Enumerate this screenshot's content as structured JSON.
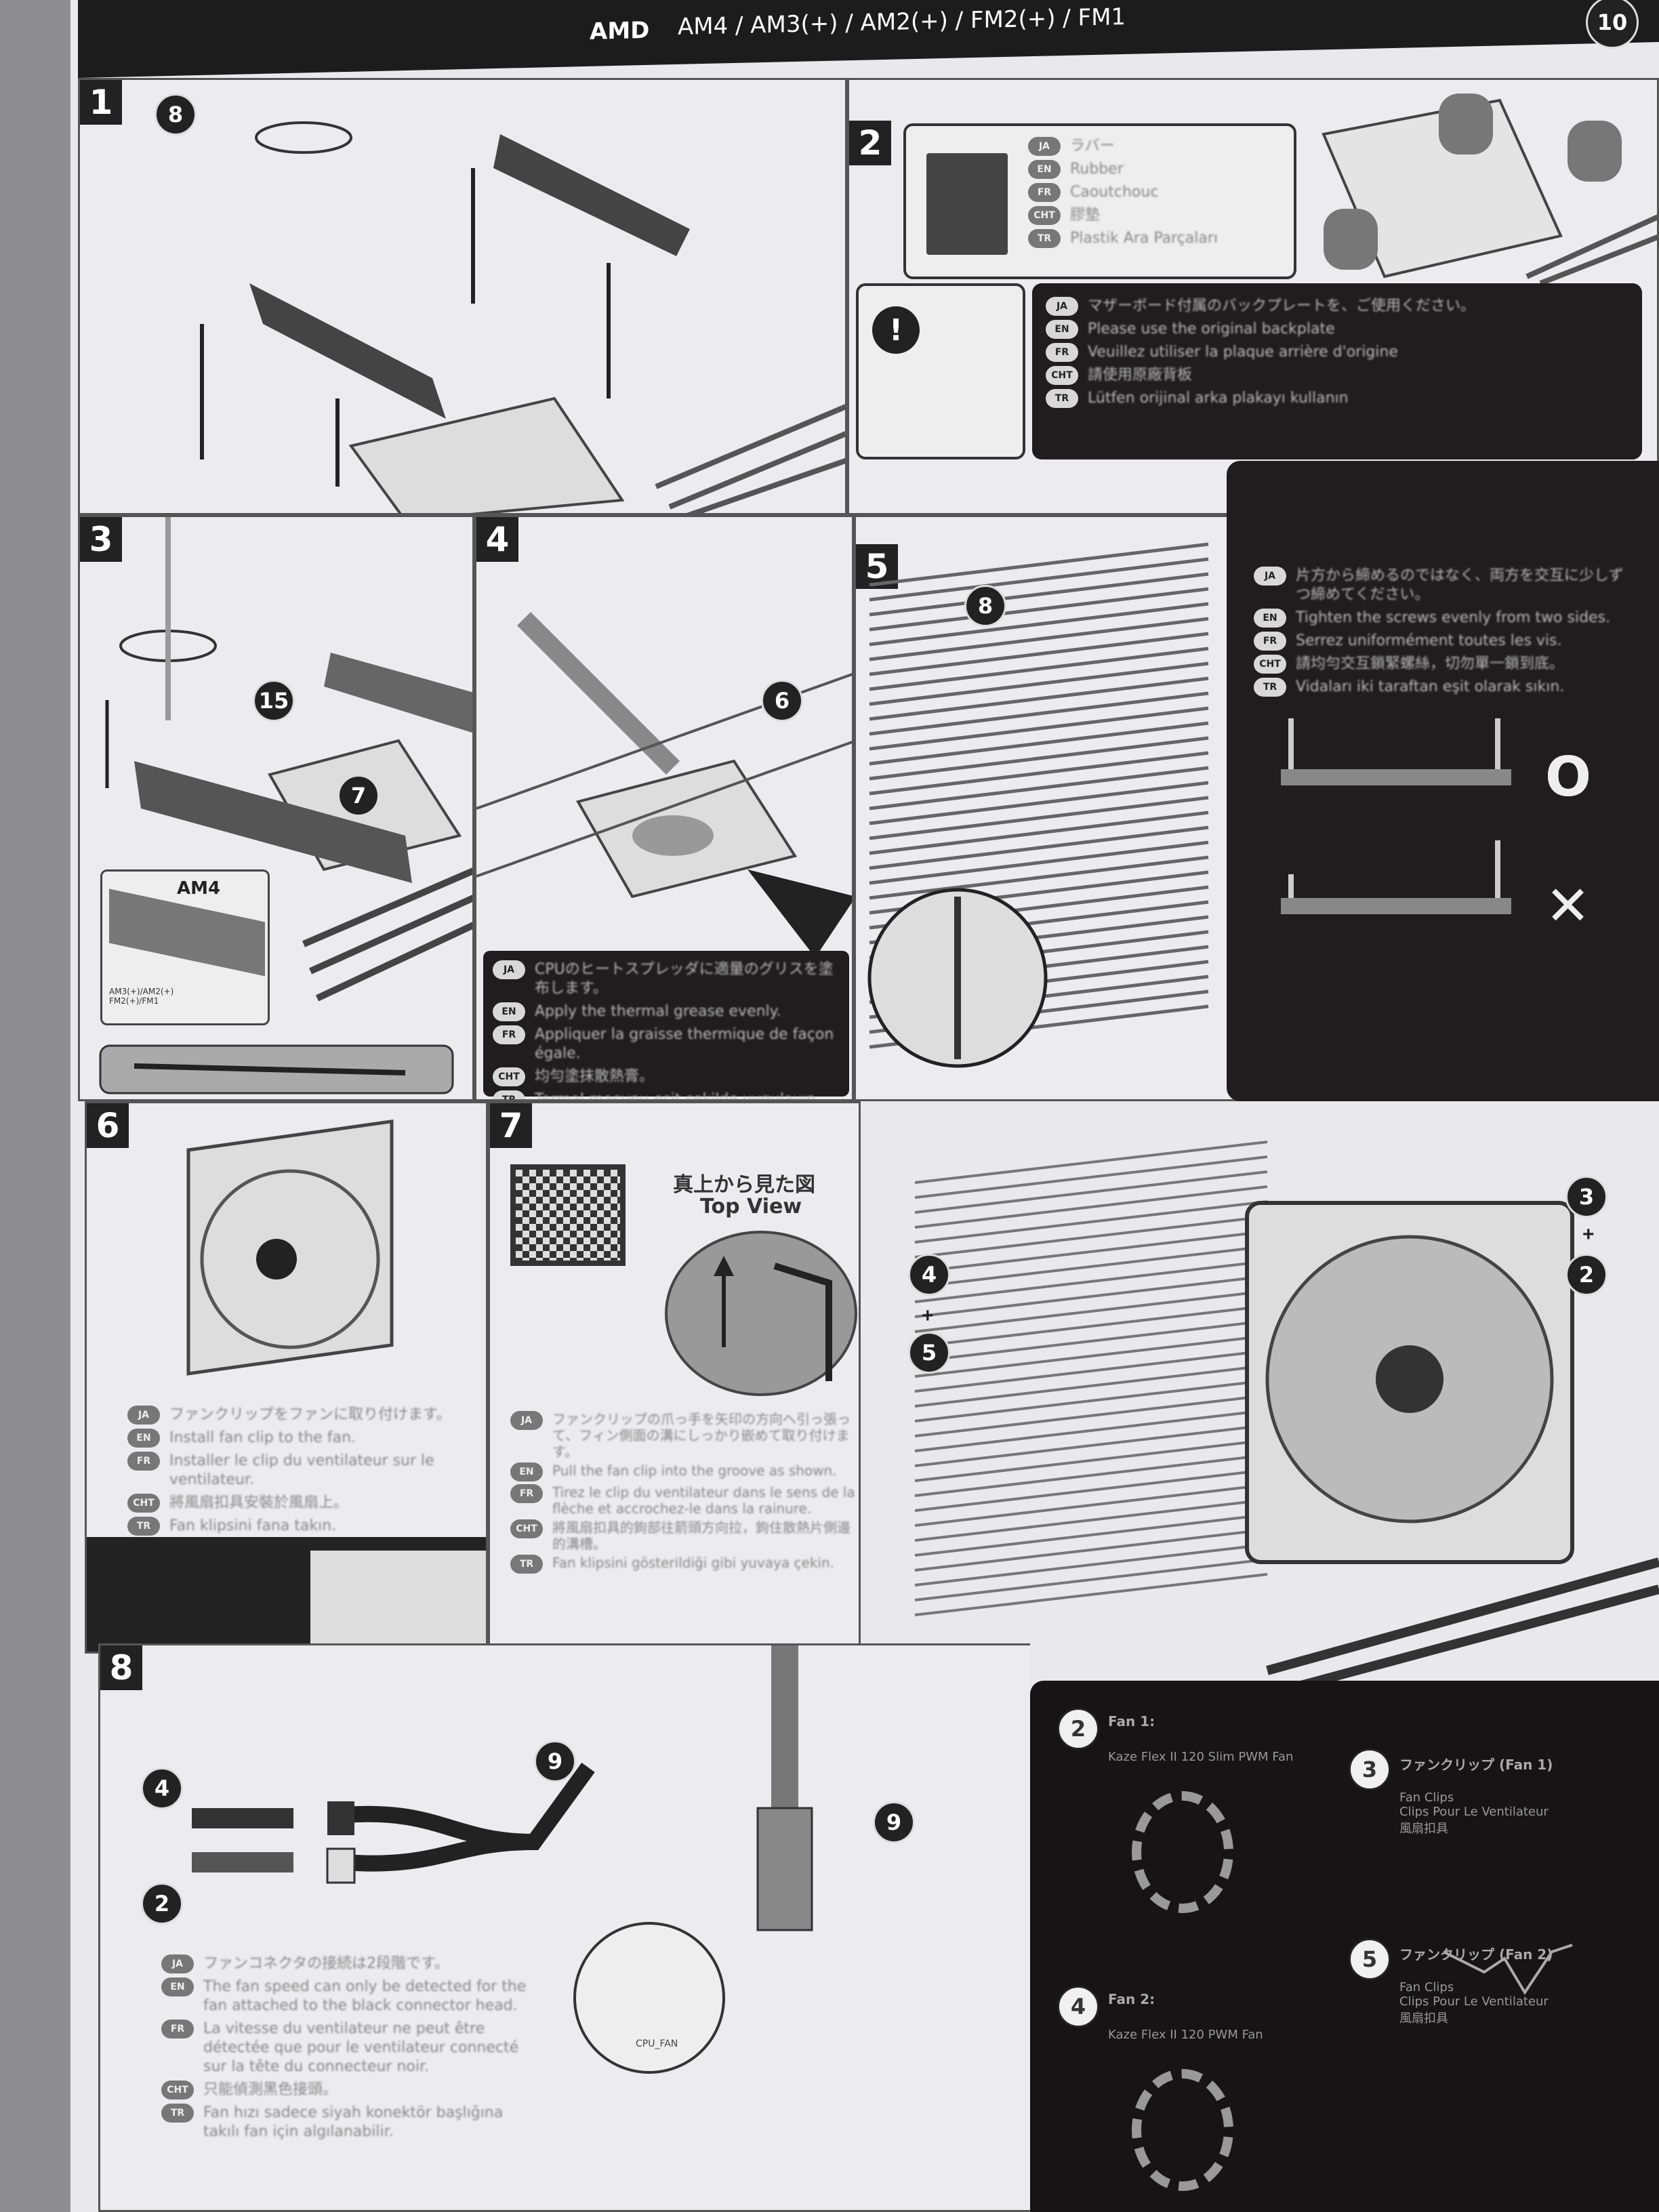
{
  "header": {
    "brand": "AMD",
    "sockets": "AM4 / AM3(+) / AM2(+) / FM2(+) / FM1",
    "part_badge": "10"
  },
  "steps": {
    "s1": {
      "num": "1",
      "callout": "8"
    },
    "s2": {
      "num": "2",
      "rubber_legend": [
        {
          "lang": "JA",
          "text": "ラバー"
        },
        {
          "lang": "EN",
          "text": "Rubber"
        },
        {
          "lang": "FR",
          "text": "Caoutchouc"
        },
        {
          "lang": "CHT",
          "text": "膠墊"
        },
        {
          "lang": "TR",
          "text": "Plastik Ara Parçaları"
        }
      ],
      "note_icon": "!",
      "note": [
        {
          "lang": "JA",
          "text": "マザーボード付属のバックプレートを、ご使用ください。"
        },
        {
          "lang": "EN",
          "text": "Please use the original backplate"
        },
        {
          "lang": "FR",
          "text": "Veuillez utiliser la plaque arrière d'origine"
        },
        {
          "lang": "CHT",
          "text": "請使用原廠背板"
        },
        {
          "lang": "TR",
          "text": "Lütfen orijinal arka plakayı kullanın"
        }
      ]
    },
    "s3": {
      "num": "3",
      "callouts": [
        "15",
        "7"
      ],
      "label": "AM4",
      "sub_label": "AM3(+)/AM2(+) FM2(+)/FM1"
    },
    "s4": {
      "num": "4",
      "callout": "6",
      "text": [
        {
          "lang": "JA",
          "text": "CPUのヒートスプレッダに適量のグリスを塗布します。"
        },
        {
          "lang": "EN",
          "text": "Apply the thermal grease evenly."
        },
        {
          "lang": "FR",
          "text": "Appliquer la graisse thermique de façon égale."
        },
        {
          "lang": "CHT",
          "text": "均勻塗抹散熱膏。"
        },
        {
          "lang": "TR",
          "text": "Termal macunu eşit şekilde uygulayın."
        }
      ]
    },
    "s5": {
      "num": "5",
      "callout": "8",
      "ok_mark": "O",
      "ng_mark": "✕",
      "text": [
        {
          "lang": "JA",
          "text": "片方から締めるのではなく、両方を交互に少しずつ締めてください。"
        },
        {
          "lang": "EN",
          "text": "Tighten the screws evenly from two sides."
        },
        {
          "lang": "FR",
          "text": "Serrez uniformément toutes les vis."
        },
        {
          "lang": "CHT",
          "text": "請均勻交互鎖緊螺絲，切勿單一鎖到底。"
        },
        {
          "lang": "TR",
          "text": "Vidaları iki taraftan eşit olarak sıkın."
        }
      ]
    },
    "s6": {
      "num": "6",
      "text": [
        {
          "lang": "JA",
          "text": "ファンクリップをファンに取り付けます。"
        },
        {
          "lang": "EN",
          "text": "Install fan clip to the fan."
        },
        {
          "lang": "FR",
          "text": "Installer le clip du ventilateur sur le ventilateur."
        },
        {
          "lang": "CHT",
          "text": "將風扇扣具安裝於風扇上。"
        },
        {
          "lang": "TR",
          "text": "Fan klipsini fana takın."
        }
      ]
    },
    "s7": {
      "num": "7",
      "top_view_ja": "真上から見た図",
      "top_view_en": "Top View",
      "text": [
        {
          "lang": "JA",
          "text": "ファンクリップの爪っ手を矢印の方向へ引っ張って、フィン側面の溝にしっかり嵌めて取り付けます。"
        },
        {
          "lang": "EN",
          "text": "Pull the fan clip into the groove as shown."
        },
        {
          "lang": "FR",
          "text": "Tirez le clip du ventilateur dans le sens de la flèche et accrochez-le dans la rainure."
        },
        {
          "lang": "CHT",
          "text": "將風扇扣具的鉤部往箭頭方向拉，鉤住散熱片側邊的溝槽。"
        },
        {
          "lang": "TR",
          "text": "Fan klipsini gösterildiği gibi yuvaya çekin."
        }
      ]
    },
    "assembled": {
      "callouts": [
        "3",
        "2",
        "4",
        "5"
      ],
      "plus": "+"
    },
    "s8": {
      "num": "8",
      "callouts": [
        "4",
        "2",
        "9",
        "9"
      ],
      "header_label": "CPU_FAN",
      "text": [
        {
          "lang": "JA",
          "text": "ファンコネクタの接続は2段階です。"
        },
        {
          "lang": "EN",
          "text": "The fan speed can only be detected for the fan attached to the black connector head."
        },
        {
          "lang": "FR",
          "text": "La vitesse du ventilateur ne peut être détectée que pour le ventilateur connecté sur la tête du connecteur noir."
        },
        {
          "lang": "CHT",
          "text": "只能偵測黑色接頭。"
        },
        {
          "lang": "TR",
          "text": "Fan hızı sadece siyah konektör başlığına takılı fan için algılanabilir."
        }
      ]
    }
  },
  "parts": [
    {
      "num": "2",
      "title": "Fan 1:",
      "desc": "Kaze Flex II 120 Slim PWM Fan"
    },
    {
      "num": "3",
      "title": "ファンクリップ (Fan 1)",
      "lines": [
        "Fan Clips",
        "Clips Pour Le Ventilateur",
        "風扇扣具"
      ]
    },
    {
      "num": "4",
      "title": "Fan 2:",
      "desc": "Kaze Flex II 120 PWM Fan"
    },
    {
      "num": "5",
      "title": "ファンクリップ (Fan 2)",
      "lines": [
        "Fan Clips",
        "Clips Pour Le Ventilateur",
        "風扇扣具"
      ]
    }
  ]
}
